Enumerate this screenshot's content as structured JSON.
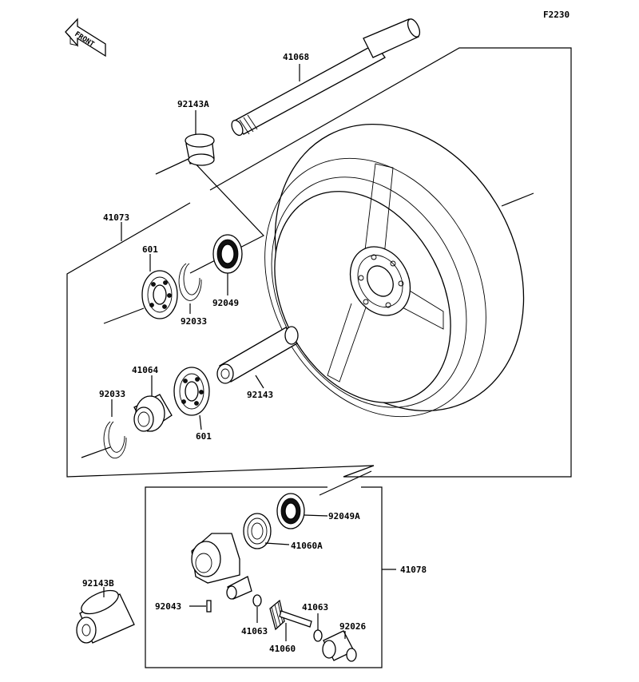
{
  "figure_code": "F2230",
  "front_marker": "FRONT",
  "labels": {
    "axle": "41068",
    "collar_a": "92143A",
    "hub_assy": "41073",
    "bearing_upper": "601",
    "circlip_upper": "92033",
    "seal_upper": "92049",
    "circlip_lower": "92033",
    "hub_cap": "41064",
    "bearing_lower": "601",
    "spacer": "92143",
    "seal_gear": "92049A",
    "drive_gear": "41060A",
    "gear_housing_assy": "41078",
    "collar_b": "92143B",
    "pin": "92043",
    "washer_left": "41063",
    "pinion": "41060",
    "washer_right": "41063",
    "bushing": "92026"
  }
}
